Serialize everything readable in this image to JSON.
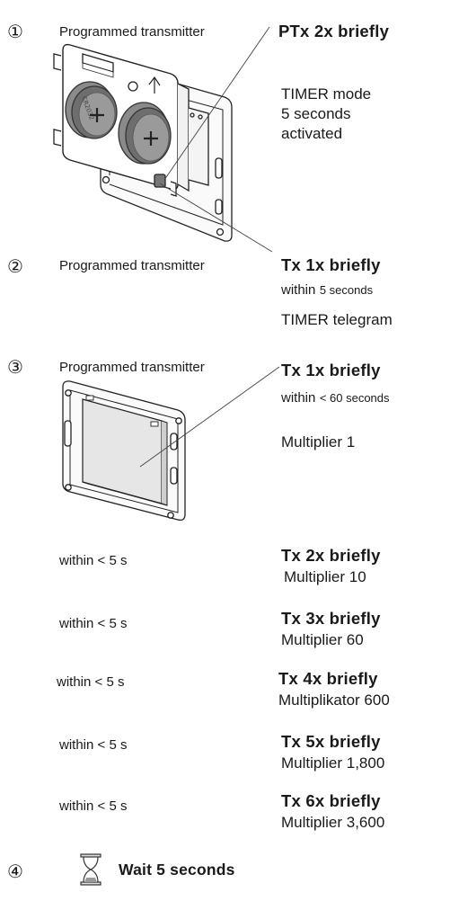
{
  "steps": [
    {
      "number": "①",
      "label": "Programmed transmitter",
      "action": "PTx  2x briefly",
      "result_lines": [
        "TIMER mode",
        "5 seconds",
        "activated"
      ]
    },
    {
      "number": "②",
      "label": "Programmed transmitter",
      "action": "Tx  1x briefly",
      "within_prefix": "within",
      "within_value": "5 seconds",
      "result": "TIMER telegram"
    },
    {
      "number": "③",
      "label": "Programmed transmitter",
      "action": "Tx  1x briefly",
      "within_prefix": "within",
      "within_value": "< 60 seconds",
      "result": "Multiplier 1"
    },
    {
      "number": "④",
      "wait": "Wait 5 seconds"
    }
  ],
  "multipliers": [
    {
      "timing": "within < 5 s",
      "action": "Tx  2x briefly",
      "result": "Multiplier 10"
    },
    {
      "timing": "within < 5 s",
      "action": "Tx  3x briefly",
      "result": "Multiplier 60"
    },
    {
      "timing": "within < 5 s",
      "action": "Tx  4x briefly",
      "result": "Multiplikator 600"
    },
    {
      "timing": "within < 5 s",
      "action": "Tx  5x briefly",
      "result": "Multiplier 1,800"
    },
    {
      "timing": "within < 5 s",
      "action": "Tx  6x briefly",
      "result": "Multiplier 3,600"
    }
  ],
  "battery_labels": [
    "CR2032",
    "CR2032"
  ]
}
